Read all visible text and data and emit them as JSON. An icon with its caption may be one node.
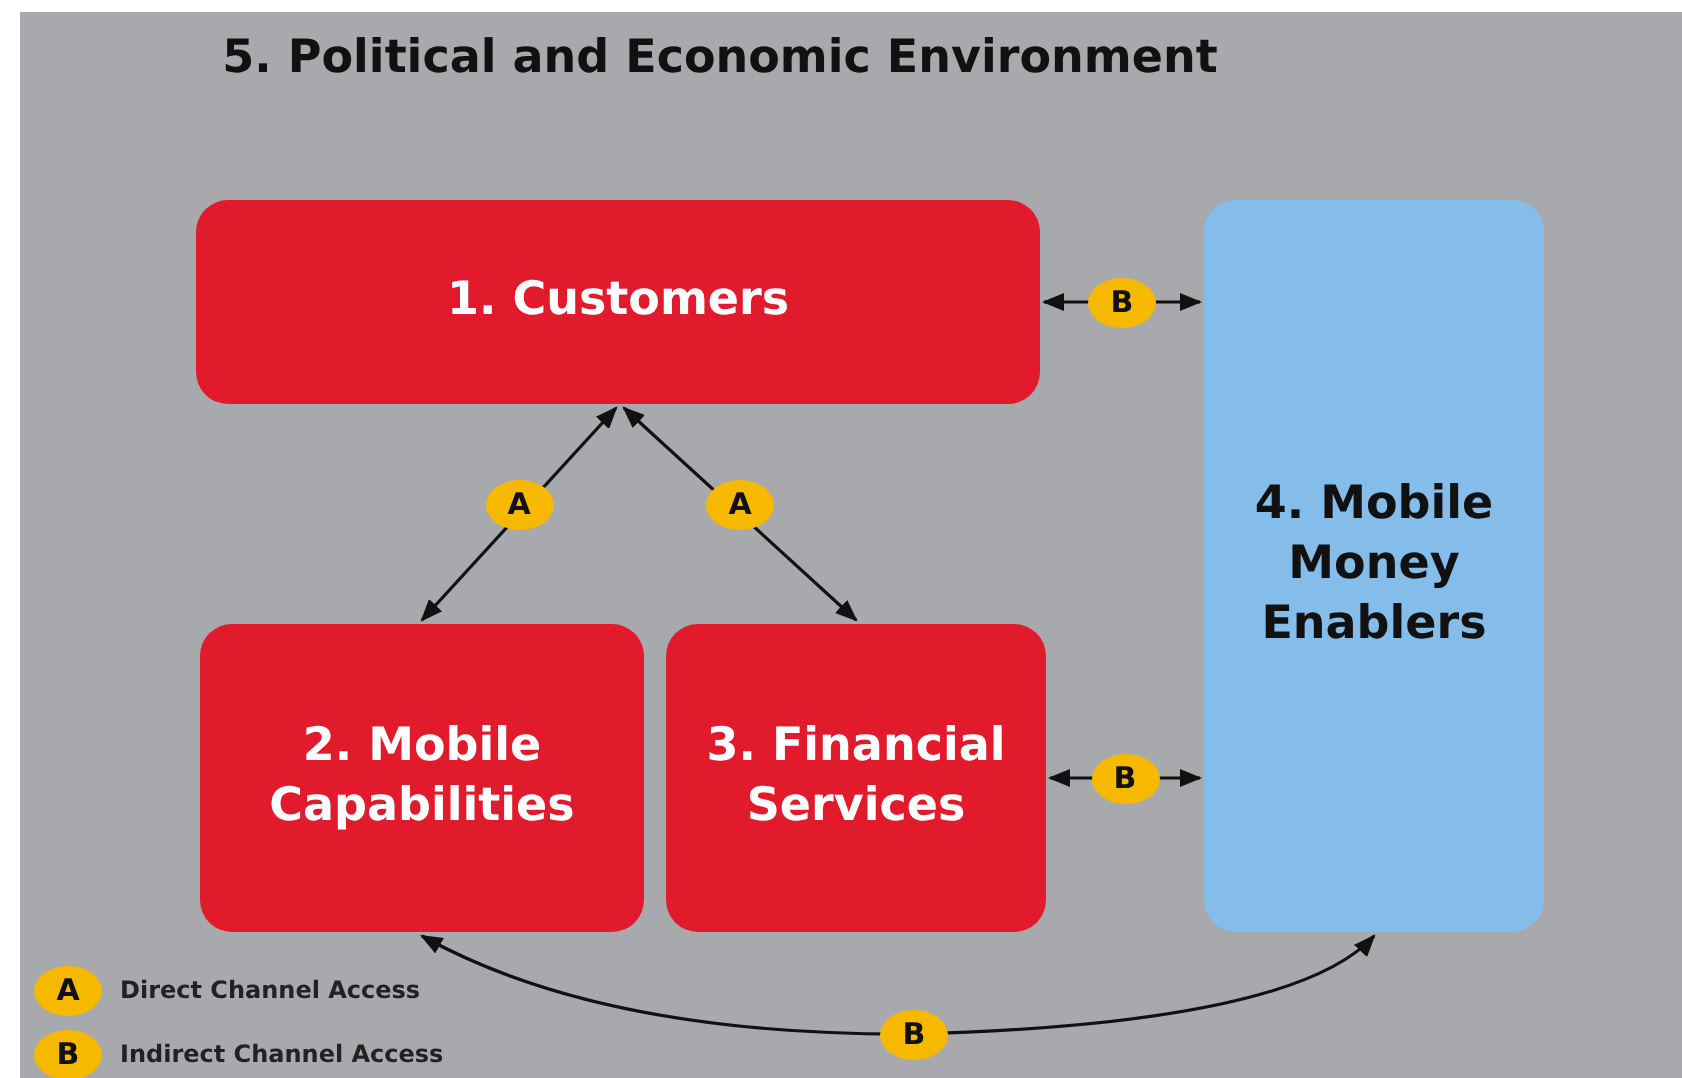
{
  "diagram": {
    "nodes": [
      {
        "text": [
          "5. Political and Economic Environment"
        ]
      },
      {
        "text": [
          "1. Customers"
        ],
        "in": 0
      },
      {
        "text": [
          "2. Mobile Capabilities"
        ],
        "in": 0
      },
      {
        "text": [
          "3. Financial Services"
        ],
        "in": 0
      },
      {
        "text": [
          "4. Mobile Money Enablers"
        ],
        "in": 0
      }
    ],
    "edges": [
      {
        "from": 1,
        "to": 2,
        "arrow": "both",
        "label": "A"
      },
      {
        "from": 1,
        "to": 3,
        "arrow": "both",
        "label": "A"
      },
      {
        "from": 1,
        "to": 4,
        "arrow": "both",
        "label": "B"
      },
      {
        "from": 3,
        "to": 4,
        "arrow": "both",
        "label": "B"
      },
      {
        "from": 2,
        "to": 4,
        "arrow": "both",
        "label": "B"
      }
    ],
    "labels": [
      "A",
      "B"
    ],
    "legend": [
      {
        "text": "Direct Channel Access"
      },
      {
        "text": "Indirect Channel Access"
      }
    ]
  }
}
